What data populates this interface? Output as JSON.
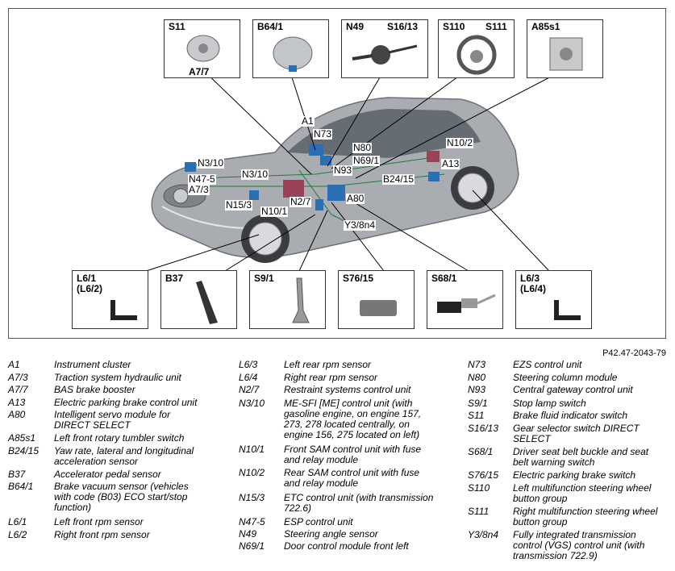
{
  "figure": {
    "reference": "P42.47-2043-79",
    "top_boxes": [
      {
        "labels": [
          "S11",
          "A7/7"
        ]
      },
      {
        "labels": [
          "B64/1"
        ]
      },
      {
        "labels": [
          "N49",
          "S16/13"
        ]
      },
      {
        "labels": [
          "S110",
          "S111"
        ]
      },
      {
        "labels": [
          "A85s1"
        ]
      }
    ],
    "bottom_boxes": [
      {
        "labels": [
          "L6/1",
          "(L6/2)"
        ]
      },
      {
        "labels": [
          "B37"
        ]
      },
      {
        "labels": [
          "S9/1"
        ]
      },
      {
        "labels": [
          "S76/15"
        ]
      },
      {
        "labels": [
          "S68/1"
        ]
      },
      {
        "labels": [
          "L6/3",
          "(L6/4)"
        ]
      }
    ],
    "callouts": [
      "A1",
      "N73",
      "N80",
      "N69/1",
      "N3/10",
      "N47-5",
      "A7/3",
      "N3/10",
      "N93",
      "N15/3",
      "N2/7",
      "A80",
      "N10/1",
      "Y3/8n4",
      "N10/2",
      "A13",
      "B24/15"
    ]
  },
  "legend": {
    "columns": [
      [
        {
          "code": "A1",
          "desc": "Instrument cluster"
        },
        {
          "code": "A7/3",
          "desc": "Traction system hydraulic unit"
        },
        {
          "code": "A7/7",
          "desc": "BAS brake booster"
        },
        {
          "code": "A13",
          "desc": "Electric parking brake control unit"
        },
        {
          "code": "A80",
          "desc": "Intelligent servo module for DIRECT SELECT"
        },
        {
          "code": "A85s1",
          "desc": "Left front rotary tumbler switch"
        },
        {
          "code": "B24/15",
          "desc": "Yaw rate, lateral and longitudinal acceleration sensor"
        },
        {
          "code": "B37",
          "desc": "Accelerator pedal sensor"
        },
        {
          "code": "B64/1",
          "desc": "Brake vacuum sensor (vehicles with code (B03) ECO start/stop function)"
        },
        {
          "code": "L6/1",
          "desc": "Left front rpm sensor"
        },
        {
          "code": "L6/2",
          "desc": "Right front rpm sensor"
        }
      ],
      [
        {
          "code": "L6/3",
          "desc": "Left rear rpm sensor"
        },
        {
          "code": "L6/4",
          "desc": "Right rear rpm sensor"
        },
        {
          "code": "N2/7",
          "desc": "Restraint systems control unit"
        },
        {
          "code": "N3/10",
          "desc": "ME-SFI [ME] control unit (with gasoline engine, on engine 157, 273, 278 located centrally, on engine 156, 275 located on left)"
        },
        {
          "code": "N10/1",
          "desc": "Front SAM control unit with fuse and relay module"
        },
        {
          "code": "N10/2",
          "desc": "Rear SAM control unit with fuse and relay module"
        },
        {
          "code": "N15/3",
          "desc": "ETC control unit (with transmission 722.6)"
        },
        {
          "code": "N47-5",
          "desc": "ESP control unit"
        },
        {
          "code": "N49",
          "desc": "Steering angle sensor"
        },
        {
          "code": "N69/1",
          "desc": "Door control module front left"
        }
      ],
      [
        {
          "code": "N73",
          "desc": "EZS control unit"
        },
        {
          "code": "N80",
          "desc": "Steering column module"
        },
        {
          "code": "N93",
          "desc": "Central gateway control unit"
        },
        {
          "code": "S9/1",
          "desc": "Stop lamp switch"
        },
        {
          "code": "S11",
          "desc": "Brake fluid indicator switch"
        },
        {
          "code": "S16/13",
          "desc": "Gear selector switch DIRECT SELECT"
        },
        {
          "code": "S68/1",
          "desc": "Driver seat belt buckle and seat belt warning switch"
        },
        {
          "code": "S76/15",
          "desc": "Electric parking brake switch"
        },
        {
          "code": "S110",
          "desc": "Left multifunction steering wheel button group"
        },
        {
          "code": "S111",
          "desc": "Right multifunction steering wheel button group"
        },
        {
          "code": "Y3/8n4",
          "desc": "Fully integrated transmission control (VGS) control unit (with transmission 722.9)"
        }
      ]
    ]
  }
}
